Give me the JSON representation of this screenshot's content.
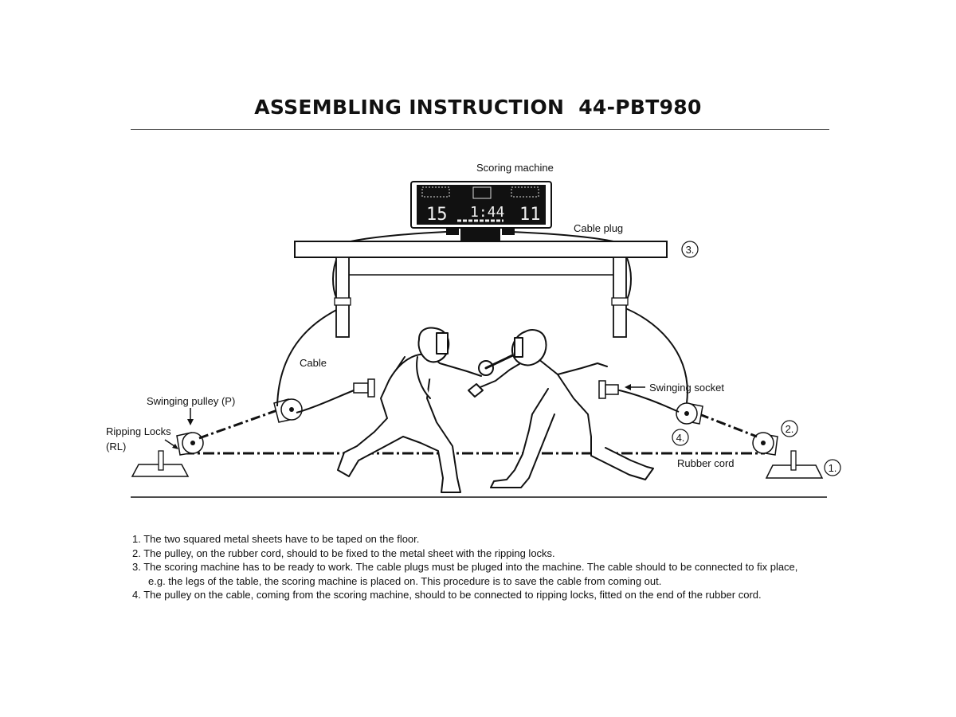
{
  "document": {
    "title_main": "ASSEMBLING  INSTRUCTION",
    "title_model": "44-PBT980"
  },
  "labels": {
    "scoring_machine": "Scoring machine",
    "cable_plug": "Cable plug",
    "cable": "Cable",
    "swinging_pulley": "Swinging pulley (P)",
    "ripping_locks": "Ripping Locks",
    "ripping_locks_abbr": "(RL)",
    "swinging_socket": "Swinging socket",
    "rubber_cord": "Rubber cord"
  },
  "callouts": [
    "1.",
    "2.",
    "3.",
    "4."
  ],
  "display": {
    "left_score": "15",
    "time": "1:44",
    "right_score": "11"
  },
  "steps": [
    "1. The two squared metal sheets have to be taped on the floor.",
    "2. The pulley, on the rubber cord, should to be fixed to the metal sheet with the ripping locks.",
    "3. The scoring machine has to be ready to work. The cable plugs must be pluged into the machine. The cable should to be connected to fix place,",
    "e.g. the legs of the table, the scoring machine is placed on. This procedure is to save the cable from coming out.",
    "4. The pulley on the cable, coming from the scoring machine, should to be connected to ripping locks, fitted on the end of the rubber cord."
  ]
}
